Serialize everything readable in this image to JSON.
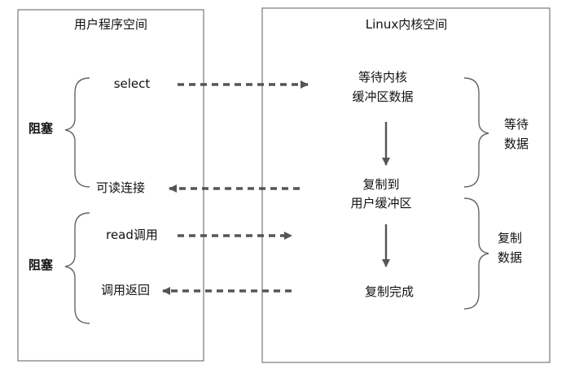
{
  "user_space": {
    "title": "用户程序空间",
    "block_label_1": "阻塞",
    "block_label_2": "阻塞",
    "select_label": "select",
    "readable_label": "可读连接",
    "read_call_label": "read调用",
    "call_return_label": "调用返回"
  },
  "kernel_space": {
    "title": "Linux内核空间",
    "wait_data_line1": "等待内核",
    "wait_data_line2": "缓冲区数据",
    "copy_to_line1": "复制到",
    "copy_to_line2": "用户缓冲区",
    "copy_done": "复制完成"
  },
  "phases": {
    "wait_line1": "等待",
    "wait_line2": "数据",
    "copy_line1": "复制",
    "copy_line2": "数据"
  },
  "colors": {
    "arrow": "#555555",
    "box_border": "#777777",
    "brace": "#666666",
    "text": "#111111"
  }
}
